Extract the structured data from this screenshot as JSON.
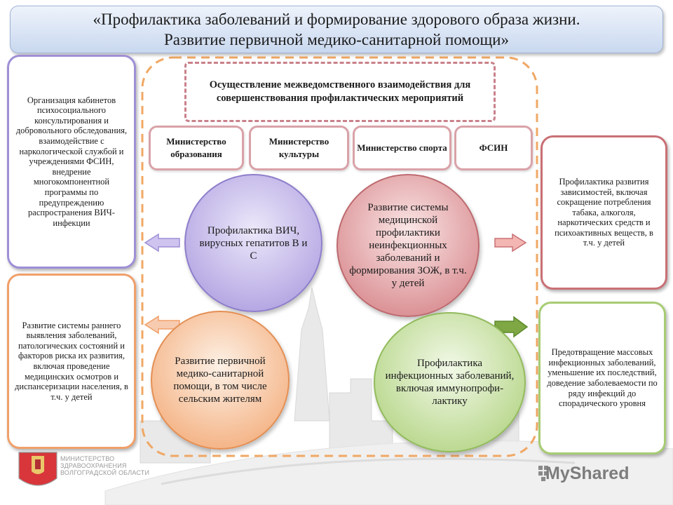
{
  "title": {
    "line1": "«Профилактика заболеваний и формирование здорового образа жизни.",
    "line2": "Развитие первичной медико-санитарной помощи»"
  },
  "interagency": "Осуществление межведомственного взаимодействия для совершенствования профилактических мероприятий",
  "ministries": [
    "Министерство образования",
    "Министерство культуры",
    "Министерство спорта",
    "ФСИН"
  ],
  "circles": {
    "hiv": "Профилактика ВИЧ, вирусных гепатитов В и С",
    "ncd": "Развитие системы медицинской профилактики неинфекционных заболеваний и формирования ЗОЖ, в т.ч. у детей",
    "primary_care": "Развитие первичной медико-санитарной помощи, в том числе сельским жителям",
    "infectious": "Профилактика инфекционных заболеваний, включая иммунопрофи-лактику"
  },
  "side_boxes": {
    "top_left": "Организация кабинетов психосоциального консультирования и добровольного обследования, взаимодействие с наркологической службой и учреждениями ФСИН, внедрение многокомпонентной программы по предупреждению распространения ВИЧ-инфекции",
    "bottom_left": "Развитие системы раннего выявления заболеваний, патологических состояний и факторов риска их развития, включая проведение медицинских осмотров и диспансеризации населения, в т.ч. у детей",
    "top_right": "Профилактика развития зависимостей, включая сокращение потребления табака, алкоголя, наркотических средств и психоактивных веществ, в т.ч. у детей",
    "bottom_right": "Предотвращение массовых инфекционных заболеваний, уменьшение их последствий, доведение заболеваемости по ряду инфекций до спорадического уровня"
  },
  "footer": {
    "org_line1": "МИНИСТЕРСТВО",
    "org_line2": "ЗДРАВООХРАНЕНИЯ",
    "org_line3": "ВОЛГОГРАДСКОЙ ОБЛАСТИ",
    "watermark": "MyShared"
  },
  "colors": {
    "purple": "#9f8fd6",
    "red": "#c97075",
    "orange": "#f0a06a",
    "green": "#a7cc73",
    "dashed_frame": "#f0a865"
  }
}
